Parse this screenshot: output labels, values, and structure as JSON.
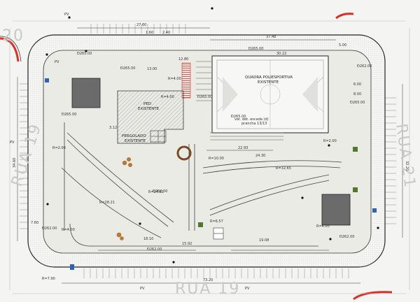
{
  "streets": {
    "south": "RUA 19",
    "west": "RUA 19",
    "east": "RUA 21",
    "north_corner": "20"
  },
  "areas": {
    "court_title": "QUADRA POLIESPORTIVA",
    "court_sub": "EXISTENTE",
    "ped_title": "PED",
    "ped_sub": "EXISTENTE",
    "pergolado_title": "PERGOLADO",
    "pergolado_sub": "EXISTENTE",
    "stair_note_1": "ver. det. escada (d)",
    "stair_note_2": "prancha 13/13"
  },
  "levels": {
    "l1": "Ð265.00",
    "l2": "Ð265.00",
    "l3": "Ð265.00",
    "l4": "Ð265.00",
    "l5": "Ð265.00",
    "l6": "Ð265.00",
    "l7": "Ð262.00",
    "l8": "Ð262.00",
    "l9": "Ð262.00",
    "l10": "Ð265.00",
    "l11": "Ð262.00",
    "l12": "Ð262.00"
  },
  "radii": {
    "r1": "R=4.00",
    "r2": "R=4.00",
    "r3": "R=2.00",
    "r4": "R=10.00",
    "r5": "R=32.65",
    "r6": "R=24.81",
    "r7": "R=28.21",
    "r8": "R=4.00",
    "r9": "R=4.00",
    "r10": "R=6.57",
    "r11": "R=7.90",
    "r12": "R=2.00"
  },
  "dims": {
    "d_top_a": "27.60",
    "d_top_b": "37.48",
    "d_top_c": "30.22",
    "d_bottom": "73.20",
    "d_center_a": "22.93",
    "d_center_b": "24.30",
    "d_center_c": "19.08",
    "d_center_d": "18.10",
    "d_left": "34.60",
    "d_right": "32.20",
    "d_left_b": "7.60",
    "d_misc_a": "13.00",
    "d_misc_b": "12.80",
    "d_misc_c": "5.00",
    "d_misc_d": "2.40",
    "d_misc_e": "1.60",
    "d_misc_f": "3.12",
    "d_misc_g": "6.00",
    "d_misc_h": "15.92",
    "d_misc_i": "8.00"
  },
  "marks": {
    "pv_1": "PV",
    "pv_2": "PV",
    "pv_3": "PV",
    "pv_4": "PV",
    "pv_5": "PV"
  },
  "colors": {
    "paper": "#f4f4f2",
    "curb_red": "#d9302a",
    "building_fill": "#6b6b6b",
    "hatch": "#9a9a9a",
    "access_blue": "#2c63b5",
    "tree_brown": "#b47a3a",
    "bin_green": "#4f7a2e"
  }
}
